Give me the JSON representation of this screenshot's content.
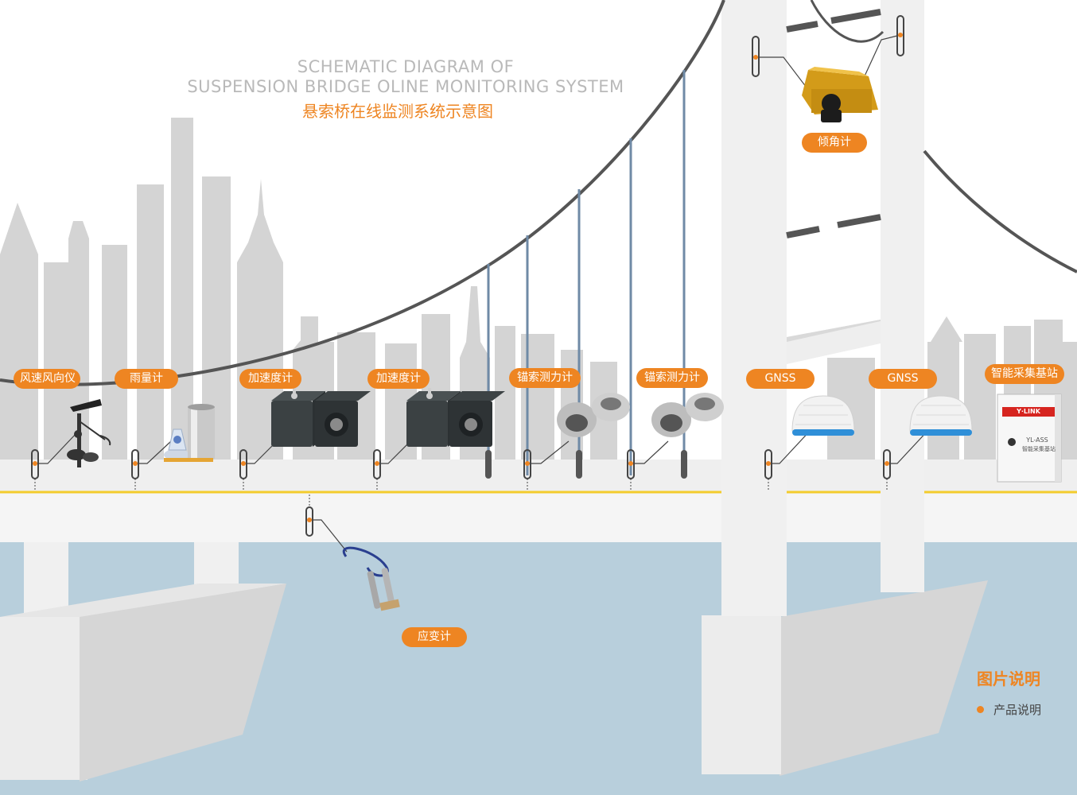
{
  "title": {
    "en_line1": "SCHEMATIC DIAGRAM OF",
    "en_line2": "SUSPENSION BRIDGE OLINE MONITORING SYSTEM",
    "cn": "悬索桥在线监测系统示意图"
  },
  "sensors": {
    "wind": "风速风向仪",
    "rain": "雨量计",
    "accel_1": "加速度计",
    "accel_2": "加速度计",
    "anchor_1": "锚索测力计",
    "anchor_2": "锚索测力计",
    "gnss_1": "GNSS",
    "gnss_2": "GNSS",
    "station": "智能采集基站",
    "tilt": "倾角计",
    "strain": "应变计"
  },
  "station_device": {
    "brand": "Y·LINK",
    "model": "YL-ASS",
    "subtitle": "智能采集基站"
  },
  "legend": {
    "title": "图片说明",
    "item": "产品说明"
  },
  "colors": {
    "accent": "#ee8522",
    "water": "#b8cfdc",
    "skyline": "#d4d4d4",
    "cable": "#555555",
    "hanger": "#6f8aa6",
    "deck_line": "#f3cc2c"
  }
}
